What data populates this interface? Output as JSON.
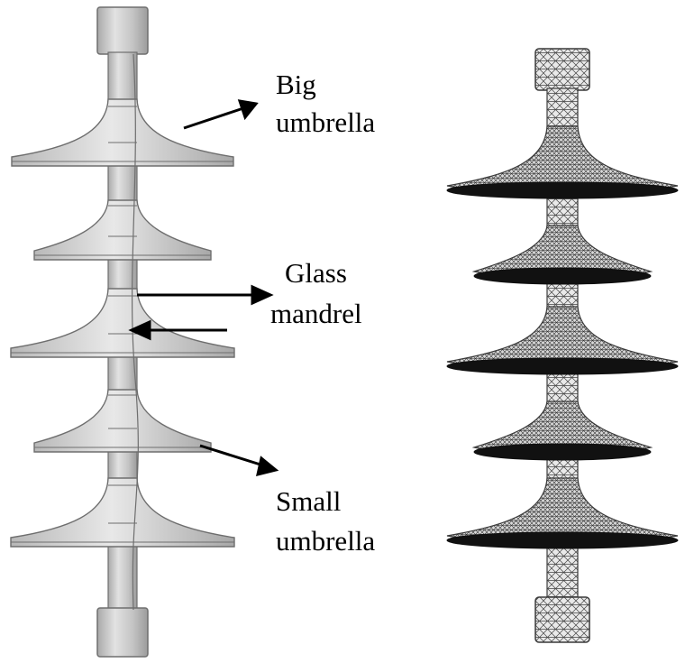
{
  "labels": {
    "big_umbrella_line1": "Big",
    "big_umbrella_line2": "umbrella",
    "glass_mandrel_line1": "Glass",
    "glass_mandrel_line2": "mandrel",
    "small_umbrella_line1": "Small",
    "small_umbrella_line2": "umbrella"
  },
  "colors": {
    "solid_fill": "#cfcfcf",
    "solid_edge": "#6e6e6e",
    "mesh_fill": "#e6e6e6",
    "mesh_line": "#3a3a3a",
    "mesh_dark": "#111111"
  }
}
